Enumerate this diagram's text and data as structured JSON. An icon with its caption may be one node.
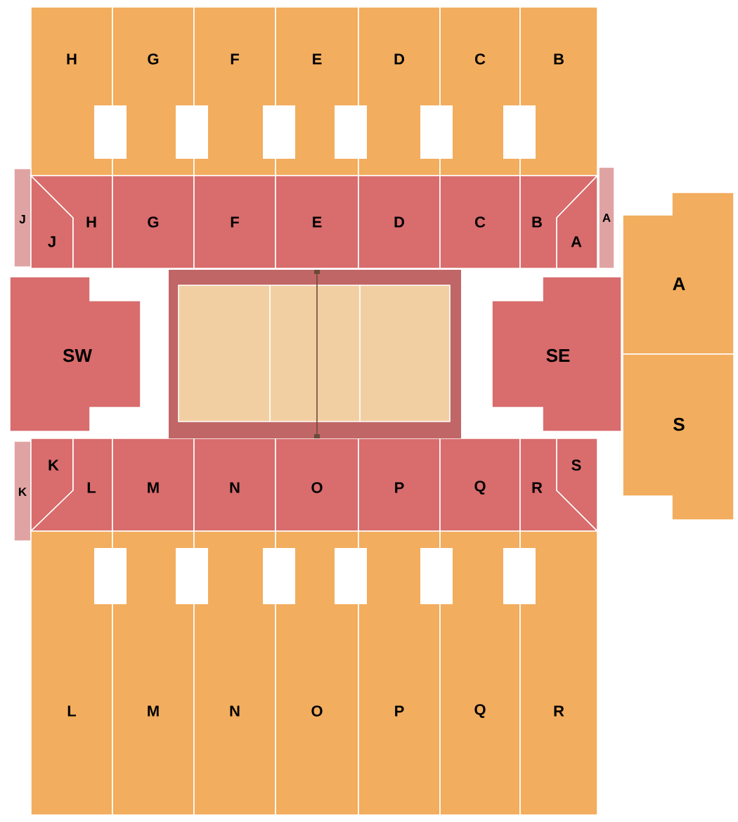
{
  "diagram": {
    "nodes": [
      {
        "text": [
          "H"
        ]
      },
      {
        "text": [
          "G"
        ]
      },
      {
        "text": [
          "F"
        ]
      },
      {
        "text": [
          "E"
        ]
      },
      {
        "text": [
          "D"
        ]
      },
      {
        "text": [
          "C"
        ]
      },
      {
        "text": [
          "B"
        ]
      },
      {
        "text": [
          "J"
        ]
      },
      {
        "text": [
          "J"
        ]
      },
      {
        "text": [
          "H"
        ]
      },
      {
        "text": [
          "G"
        ]
      },
      {
        "text": [
          "F"
        ]
      },
      {
        "text": [
          "E"
        ]
      },
      {
        "text": [
          "D"
        ]
      },
      {
        "text": [
          "C"
        ]
      },
      {
        "text": [
          "B"
        ]
      },
      {
        "text": [
          "A"
        ]
      },
      {
        "text": [
          "A"
        ]
      },
      {
        "text": [
          "SW"
        ]
      },
      {
        "text": [
          "SE"
        ]
      },
      {
        "text": [
          "A"
        ]
      },
      {
        "text": [
          "S"
        ]
      },
      {
        "text": [
          "K"
        ]
      },
      {
        "text": [
          "K"
        ]
      },
      {
        "text": [
          "L"
        ]
      },
      {
        "text": [
          "M"
        ]
      },
      {
        "text": [
          "N"
        ]
      },
      {
        "text": [
          "O"
        ]
      },
      {
        "text": [
          "P"
        ]
      },
      {
        "text": [
          "Q"
        ]
      },
      {
        "text": [
          "R"
        ]
      },
      {
        "text": [
          "S"
        ]
      },
      {
        "text": [
          "L"
        ]
      },
      {
        "text": [
          "M"
        ]
      },
      {
        "text": [
          "N"
        ]
      },
      {
        "text": [
          "O"
        ]
      },
      {
        "text": [
          "P"
        ]
      },
      {
        "text": [
          "Q"
        ]
      },
      {
        "text": [
          "R"
        ]
      }
    ]
  }
}
